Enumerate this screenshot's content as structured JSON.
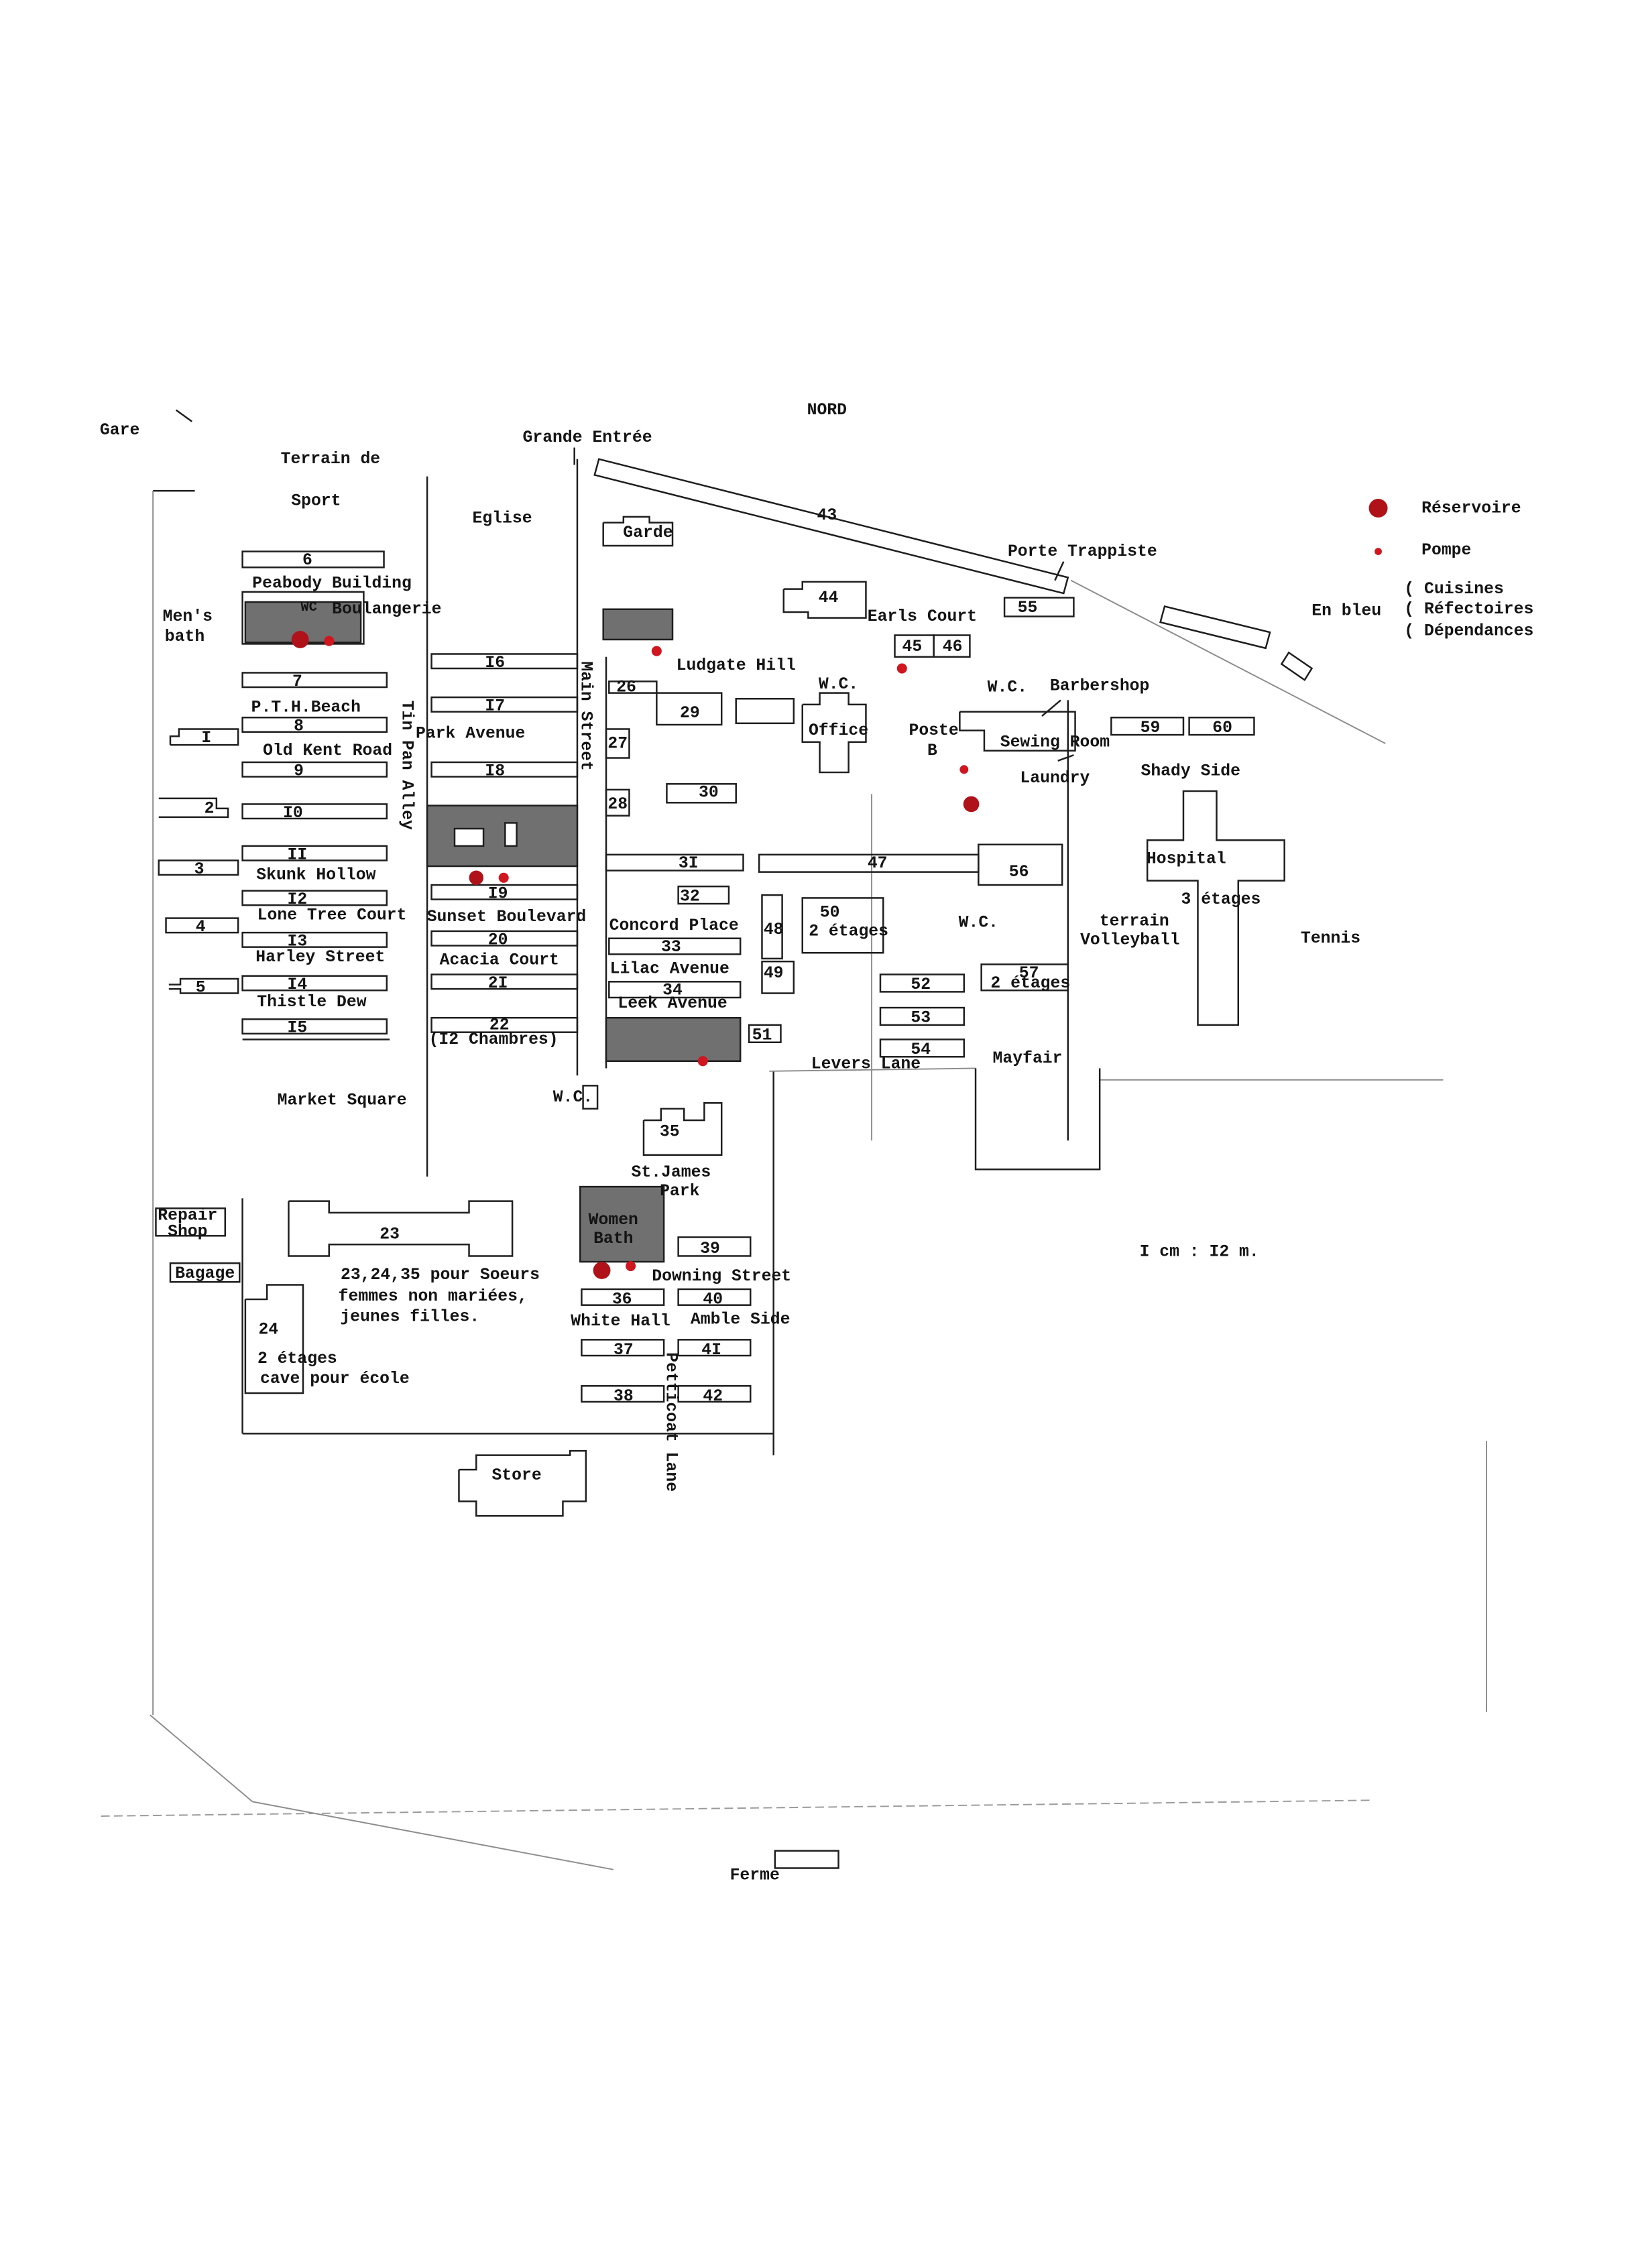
{
  "map": {
    "north": "NORD",
    "scale": "I cm : I2 m.",
    "colors": {
      "ink": "#141414",
      "shading": "#707070",
      "reservoir": "#b0121a",
      "pump": "#d0161f",
      "paper": "#ffffff"
    }
  },
  "legend": {
    "reservoir": "Réservoire",
    "pump": "Pompe",
    "blue_heading": "En bleu",
    "blue_items": [
      "( Cuisines",
      "( Réfectoires",
      "( Dépendances"
    ]
  },
  "places": {
    "gare": "Gare",
    "terrain_sport": [
      "Terrain de",
      "Sport"
    ],
    "grande_entree": "Grande Entrée",
    "eglise": "Eglise",
    "garde": "Garde",
    "porte_trappiste": "Porte Trappiste",
    "mens_bath": [
      "Men's",
      "bath"
    ],
    "peabody": "Peabody Building",
    "wc_peabody": "WC",
    "boulangerie": "Boulangerie",
    "earls_court": "Earls Court",
    "barbershop": "Barbershop",
    "wc_office": "W.C.",
    "office": "Office",
    "wc_poste": "W.C.",
    "poste_b": [
      "Poste",
      "B"
    ],
    "sewing_room": "Sewing Room",
    "laundry": "Laundry",
    "shady_side": "Shady Side",
    "hospital": "Hospital",
    "hospital_floors": "3 étages",
    "volleyball": [
      "terrain",
      "Volleyball"
    ],
    "tennis": "Tennis",
    "wc_center": "W.C.",
    "b50_floors": "2 étages",
    "b57_floors": "2 étages",
    "mayfair": "Mayfair",
    "market_square": "Market Square",
    "wc_market": "W.C.",
    "st_james_park": [
      "St.James",
      "Park"
    ],
    "repair_shop": [
      "Repair",
      "Shop"
    ],
    "bagage": "Bagage",
    "women_bath": [
      "Women",
      "Bath"
    ],
    "soeurs_note": [
      "23,24,35 pour Soeurs",
      "femmes non mariées,",
      "jeunes filles."
    ],
    "b24_note": [
      "2 étages",
      "cave pour école"
    ],
    "chambres": "(I2 Chambres)",
    "store": "Store",
    "ferme": "Ferme"
  },
  "streets": {
    "ludgate_hill": "Ludgate Hill",
    "pth_beach": "P.T.H.Beach",
    "old_kent_road": "Old Kent Road",
    "skunk_hollow": "Skunk Hollow",
    "lone_tree_court": "Lone Tree Court",
    "harley_street": "Harley Street",
    "thistle_dew": "Thistle Dew",
    "tin_pan_alley": "Tin Pan Alley",
    "park_avenue": "Park Avenue",
    "sunset_boulevard": "Sunset Boulevard",
    "acacia_court": "Acacia Court",
    "main_street": "Main Street",
    "concord_place": "Concord Place",
    "lilac_avenue": "Lilac Avenue",
    "leek_avenue": "Leek Avenue",
    "levers_lane": "Levers Lane",
    "downing_street": "Downing Street",
    "white_hall": "White Hall",
    "amble_side": "Amble Side",
    "petticoat_lane": "Petticoat Lane"
  },
  "buildings": {
    "b1": "I",
    "b2": "2",
    "b3": "3",
    "b4": "4",
    "b5": "5",
    "b6": "6",
    "b7": "7",
    "b8": "8",
    "b9": "9",
    "b10": "I0",
    "b11": "II",
    "b12": "I2",
    "b13": "I3",
    "b14": "I4",
    "b15": "I5",
    "b16": "I6",
    "b17": "I7",
    "b18": "I8",
    "b19": "I9",
    "b20": "20",
    "b21": "2I",
    "b22": "22",
    "b23": "23",
    "b24": "24",
    "b26": "26",
    "b27": "27",
    "b28": "28",
    "b29": "29",
    "b30": "30",
    "b31": "3I",
    "b32": "32",
    "b33": "33",
    "b34": "34",
    "b35": "35",
    "b36": "36",
    "b37": "37",
    "b38": "38",
    "b39": "39",
    "b40": "40",
    "b41": "4I",
    "b42": "42",
    "b43": "43",
    "b44": "44",
    "b45": "45",
    "b46": "46",
    "b47": "47",
    "b48": "48",
    "b49": "49",
    "b50": "50",
    "b51": "51",
    "b52": "52",
    "b53": "53",
    "b54": "54",
    "b55": "55",
    "b56": "56",
    "b57": "57",
    "b59": "59",
    "b60": "60"
  }
}
